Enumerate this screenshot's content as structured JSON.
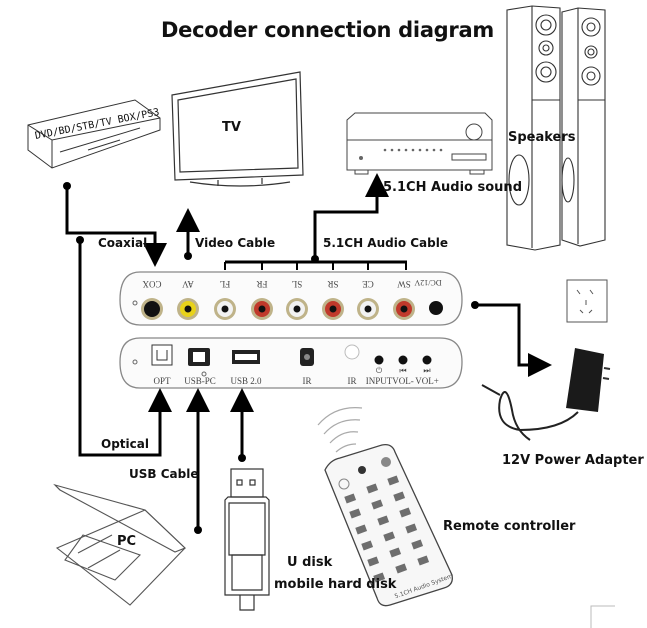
{
  "title": "Decoder connection diagram",
  "devices": {
    "dvd": "DVD/BD/STB/TV BOX/PS3",
    "tv": "TV",
    "speakers": "Speakers",
    "pc": "PC",
    "usb_disk_line1": "U disk",
    "usb_disk_line2": "mobile hard disk",
    "remote": "Remote controller",
    "remote_brand": "5.1CH Audio System",
    "adapter": "12V Power Adapter",
    "amplifier_output": "5.1CH Audio sound"
  },
  "cables": {
    "coaxial": "Coaxial",
    "video": "Video Cable",
    "audio51": "5.1CH Audio Cable",
    "optical": "Optical",
    "usb": "USB Cable"
  },
  "top_panel": {
    "ports": [
      {
        "label": "COX",
        "color": "#111111"
      },
      {
        "label": "AV",
        "color": "#e8d21a"
      },
      {
        "label": "FL",
        "color": "#f2f2f2"
      },
      {
        "label": "FR",
        "color": "#c0392b"
      },
      {
        "label": "SL",
        "color": "#f2f2f2"
      },
      {
        "label": "SR",
        "color": "#c0392b"
      },
      {
        "label": "CE",
        "color": "#f2f2f2"
      },
      {
        "label": "SW",
        "color": "#c0392b"
      }
    ],
    "power": "DC/12V"
  },
  "bottom_panel": {
    "ports": [
      {
        "label": "OPT"
      },
      {
        "label": "USB-PC"
      },
      {
        "label": "USB 2.0"
      },
      {
        "label": "IR"
      },
      {
        "label": "IR"
      },
      {
        "label": "INPUT",
        "icon": "⏻"
      },
      {
        "label": "VOL-",
        "icon": "⏮"
      },
      {
        "label": "VOL+",
        "icon": "⏭"
      }
    ]
  }
}
